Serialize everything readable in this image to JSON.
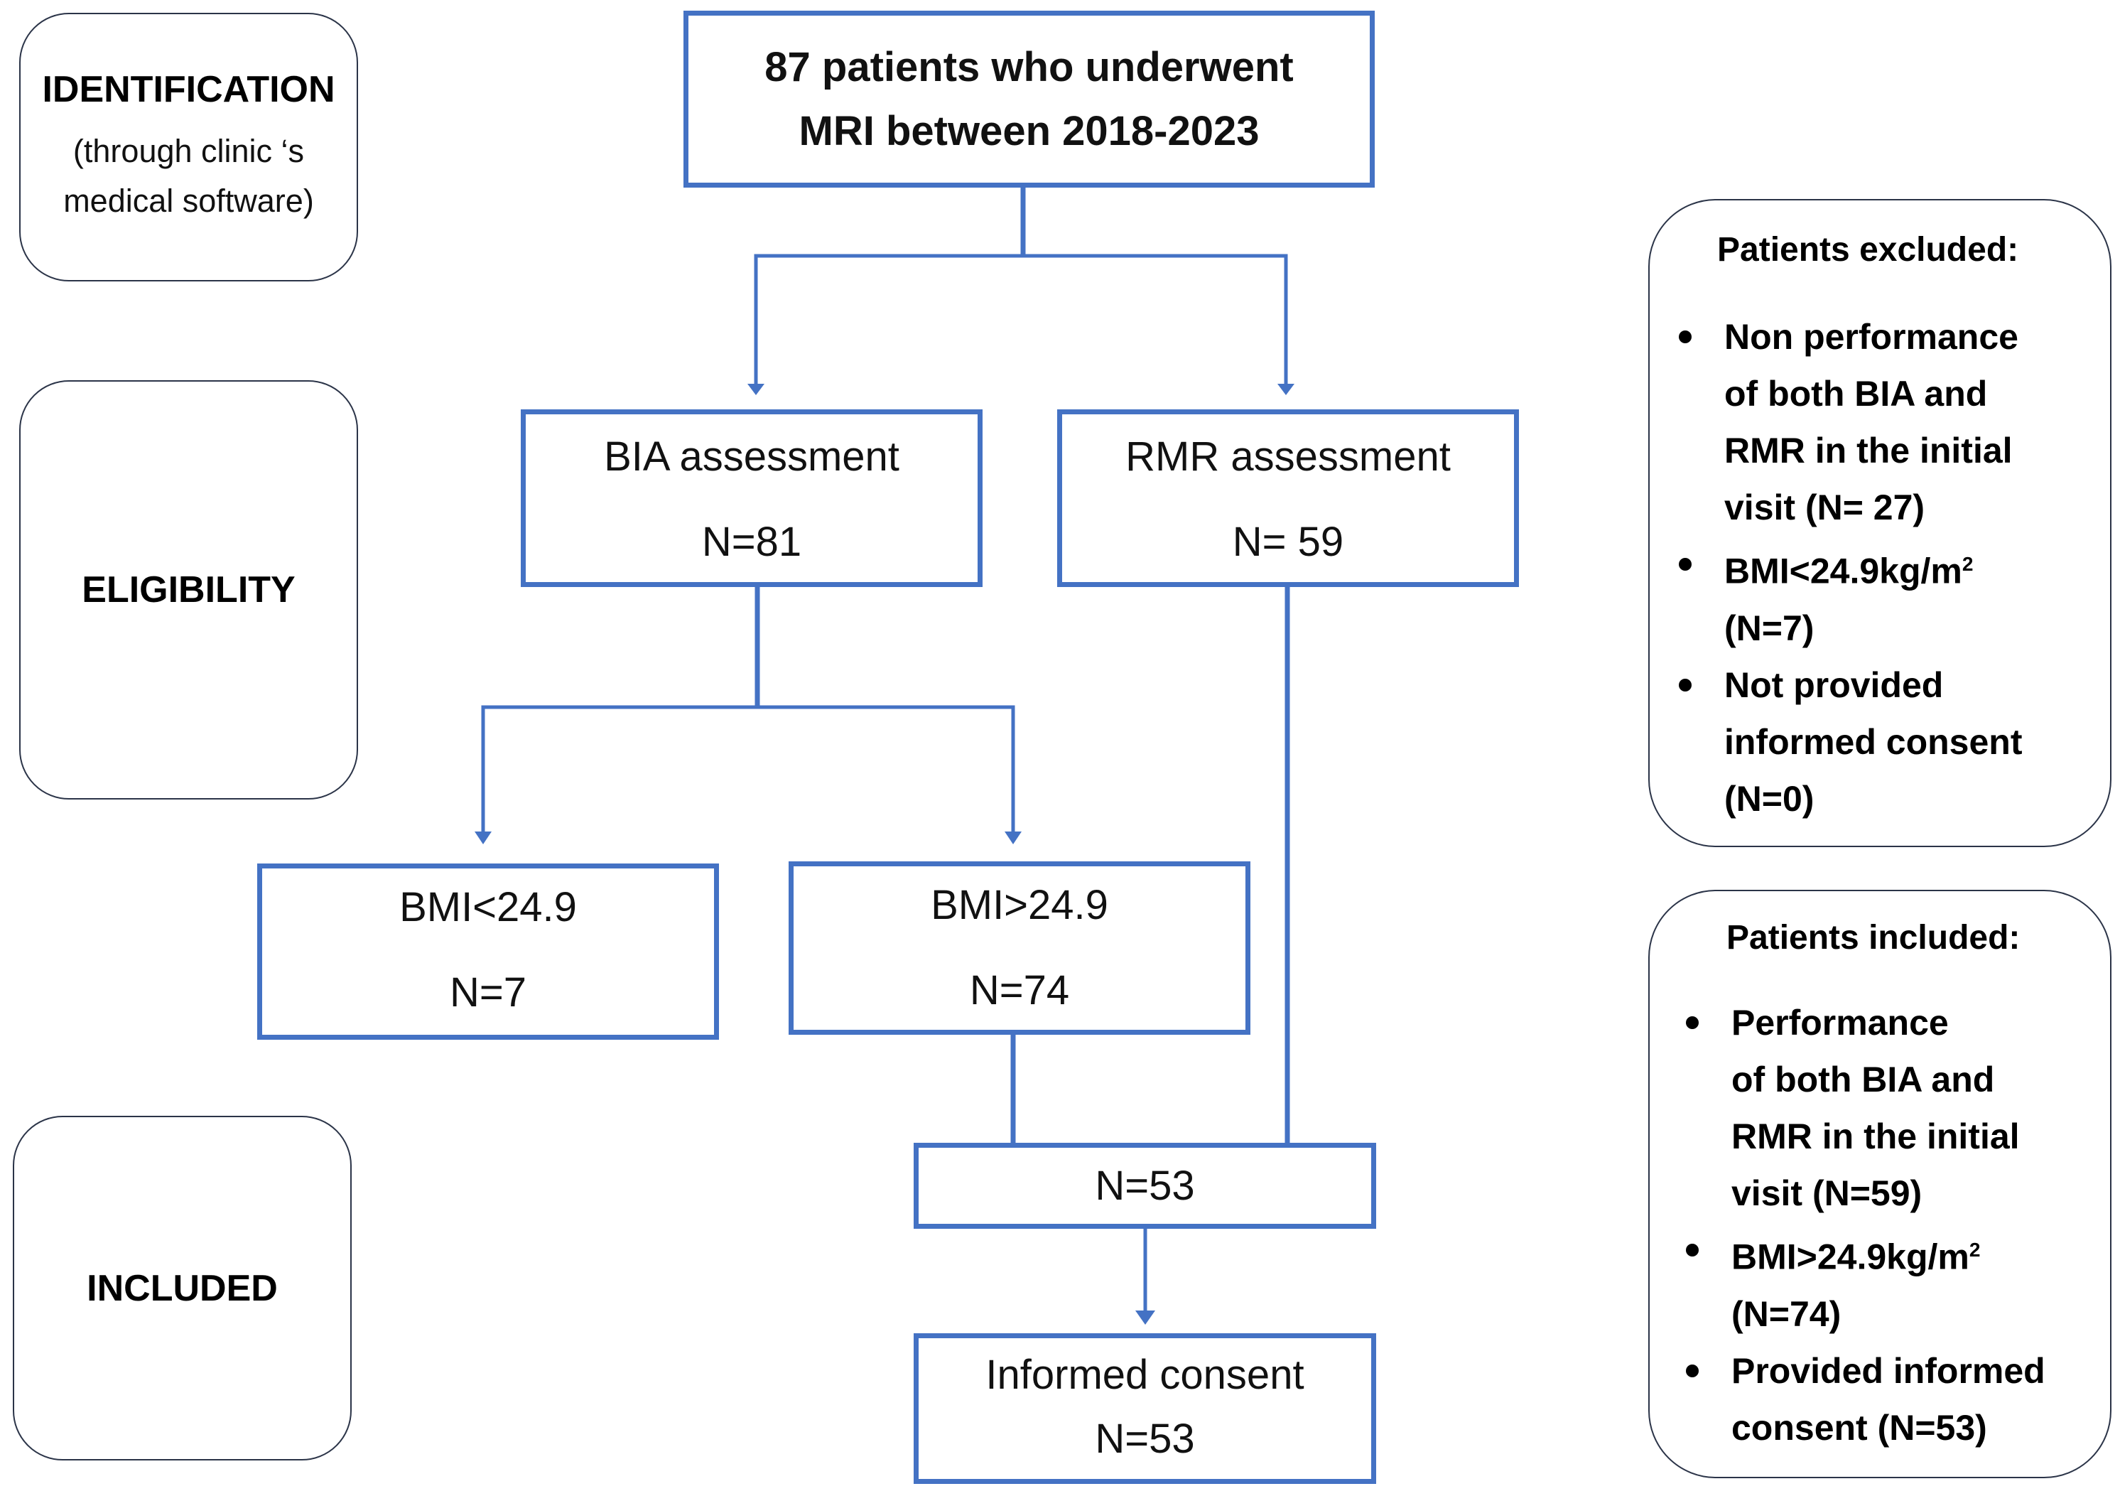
{
  "stages": {
    "identification": {
      "title": "IDENTIFICATION",
      "subtitle_line1": "(through clinic ‘s",
      "subtitle_line2": "medical software)"
    },
    "eligibility": {
      "title": "ELIGIBILITY"
    },
    "included": {
      "title": "INCLUDED"
    }
  },
  "boxes": {
    "start": {
      "line1": "87 patients who underwent",
      "line2": "MRI between 2018-2023"
    },
    "bia": {
      "label": "BIA assessment",
      "n": "N=81"
    },
    "rmr": {
      "label": "RMR assessment",
      "n": "N= 59"
    },
    "bmi_low": {
      "label": "BMI<24.9",
      "n": "N=7"
    },
    "bmi_high": {
      "label": "BMI>24.9",
      "n": "N=74"
    },
    "merged": {
      "n": "N=53"
    },
    "consent": {
      "label": "Informed consent",
      "n": "N=53"
    }
  },
  "excluded": {
    "title": "Patients excluded:",
    "items": [
      {
        "lines": [
          "Non performance",
          "of both BIA and",
          "RMR in the initial",
          "visit (N= 27)"
        ]
      },
      {
        "lines": [
          "BMI<24.9kg/m",
          "(N=7)"
        ],
        "sup": "2"
      },
      {
        "lines": [
          "Not provided",
          "informed consent",
          "(N=0)"
        ]
      }
    ]
  },
  "included_list": {
    "title": "Patients included:",
    "items": [
      {
        "lines": [
          "Performance",
          "of both BIA and",
          "RMR in the initial",
          "visit (N=59)"
        ]
      },
      {
        "lines": [
          "BMI>24.9kg/m",
          "(N=74)"
        ],
        "sup": "2"
      },
      {
        "lines": [
          "Provided informed",
          "consent (N=53)"
        ]
      }
    ]
  },
  "colors": {
    "box_border": "#4472c4",
    "stage_border": "#2b3448",
    "text": "#000000"
  }
}
